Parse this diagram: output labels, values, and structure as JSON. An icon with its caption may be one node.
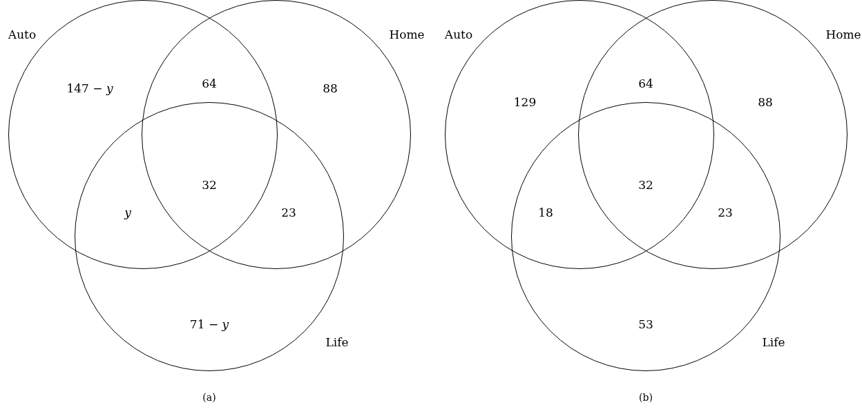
{
  "diagram": {
    "nodes": [
      {
        "text": [
          "Auto"
        ]
      },
      {
        "text": [
          "Home"
        ]
      },
      {
        "text": [
          "Life"
        ]
      },
      {
        "text": [
          "Auto"
        ]
      },
      {
        "text": [
          "Home"
        ]
      },
      {
        "text": [
          "Life"
        ]
      }
    ],
    "edges": [],
    "labels": [
      "147 − *y*",
      "64",
      "88",
      "32",
      "y",
      "23",
      "71 − *y*",
      "(a)",
      "129",
      "64",
      "88",
      "32",
      "18",
      "23",
      "53",
      "(b)"
    ]
  }
}
